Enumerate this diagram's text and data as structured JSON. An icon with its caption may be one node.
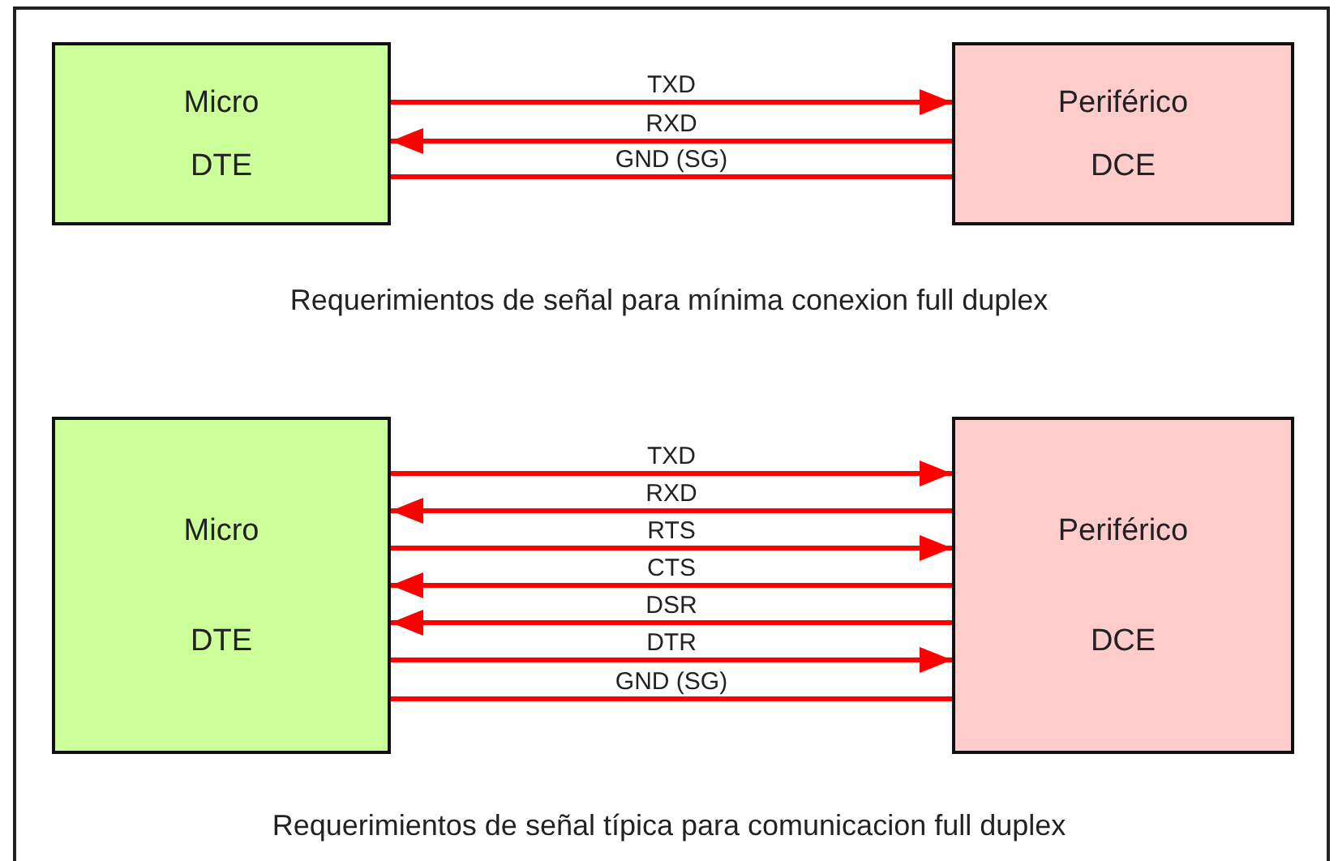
{
  "diagram": {
    "nodes": [
      {
        "text": [
          "Micro",
          "DTE"
        ]
      },
      {
        "text": [
          "Periférico",
          "DCE"
        ]
      },
      {
        "text": [
          "Micro",
          "DTE"
        ]
      },
      {
        "text": [
          "Periférico",
          "DCE"
        ]
      }
    ],
    "edges": [
      {
        "from": 0,
        "to": 1,
        "arrow": "to",
        "label": "TXD"
      },
      {
        "from": 1,
        "to": 0,
        "arrow": "to",
        "label": "RXD"
      },
      {
        "from": 0,
        "to": 1,
        "arrow": "none",
        "label": "GND (SG)"
      },
      {
        "from": 2,
        "to": 3,
        "arrow": "to",
        "label": "TXD"
      },
      {
        "from": 3,
        "to": 2,
        "arrow": "to",
        "label": "RXD"
      },
      {
        "from": 2,
        "to": 3,
        "arrow": "to",
        "label": "RTS"
      },
      {
        "from": 3,
        "to": 2,
        "arrow": "to",
        "label": "CTS"
      },
      {
        "from": 3,
        "to": 2,
        "arrow": "to",
        "label": "DSR"
      },
      {
        "from": 2,
        "to": 3,
        "arrow": "to",
        "label": "DTR"
      },
      {
        "from": 2,
        "to": 3,
        "arrow": "none",
        "label": "GND (SG)"
      }
    ],
    "labels": [
      "Requerimientos de señal para mínima conexion full duplex",
      "Requerimientos de señal típica para comunicacion full duplex"
    ]
  }
}
